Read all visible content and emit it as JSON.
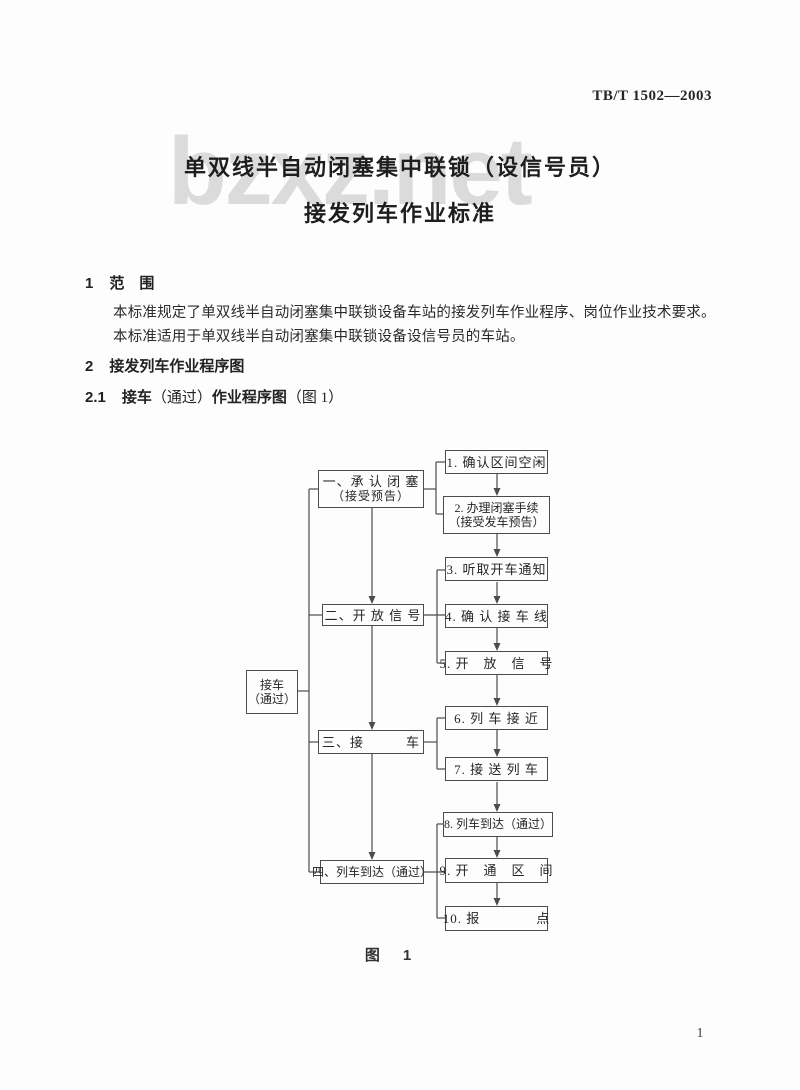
{
  "header": {
    "standard_number": "TB/T 1502—2003"
  },
  "title": {
    "line1": "单双线半自动闭塞集中联锁（设信号员）",
    "line2": "接发列车作业标准"
  },
  "watermark": {
    "text": "bzxz.net",
    "color": "#dbdbdb"
  },
  "body": {
    "section1": {
      "number": "1",
      "heading": "范　围",
      "para1": "本标准规定了单双线半自动闭塞集中联锁设备车站的接发列车作业程序、岗位作业技术要求。",
      "para2": "本标准适用于单双线半自动闭塞集中联锁设备设信号员的车站。"
    },
    "section2": {
      "number": "2",
      "heading": "接发列车作业程序图"
    },
    "section2_1": {
      "number": "2.1",
      "part_bold1": "接车",
      "part_regular1": "（通过）",
      "part_bold2": "作业程序图",
      "part_regular2": "（图 1）"
    }
  },
  "flowchart": {
    "root": {
      "line1": "接车",
      "line2": "（通过）"
    },
    "stages": [
      {
        "line1": "一、承 认 闭 塞",
        "line2": "（接受预告）"
      },
      {
        "line1": "二、开 放 信 号"
      },
      {
        "line1": "三、接　　　车"
      },
      {
        "line1": "四、列车到达（通过）"
      }
    ],
    "steps": [
      {
        "label": "1. 确认区间空闲"
      },
      {
        "line1": "2. 办理闭塞手续",
        "line2": "（接受发车预告）"
      },
      {
        "label": "3. 听取开车通知"
      },
      {
        "label": "4. 确 认 接 车 线"
      },
      {
        "label": "5. 开　放　信　号"
      },
      {
        "label": "6. 列 车 接 近"
      },
      {
        "label": "7. 接 送 列 车"
      },
      {
        "label": "8. 列车到达（通过）"
      },
      {
        "label": "9. 开　通　区　间"
      },
      {
        "label": "10. 报　　　　点"
      }
    ],
    "caption": "图　1"
  },
  "footer": {
    "page_number": "1"
  }
}
